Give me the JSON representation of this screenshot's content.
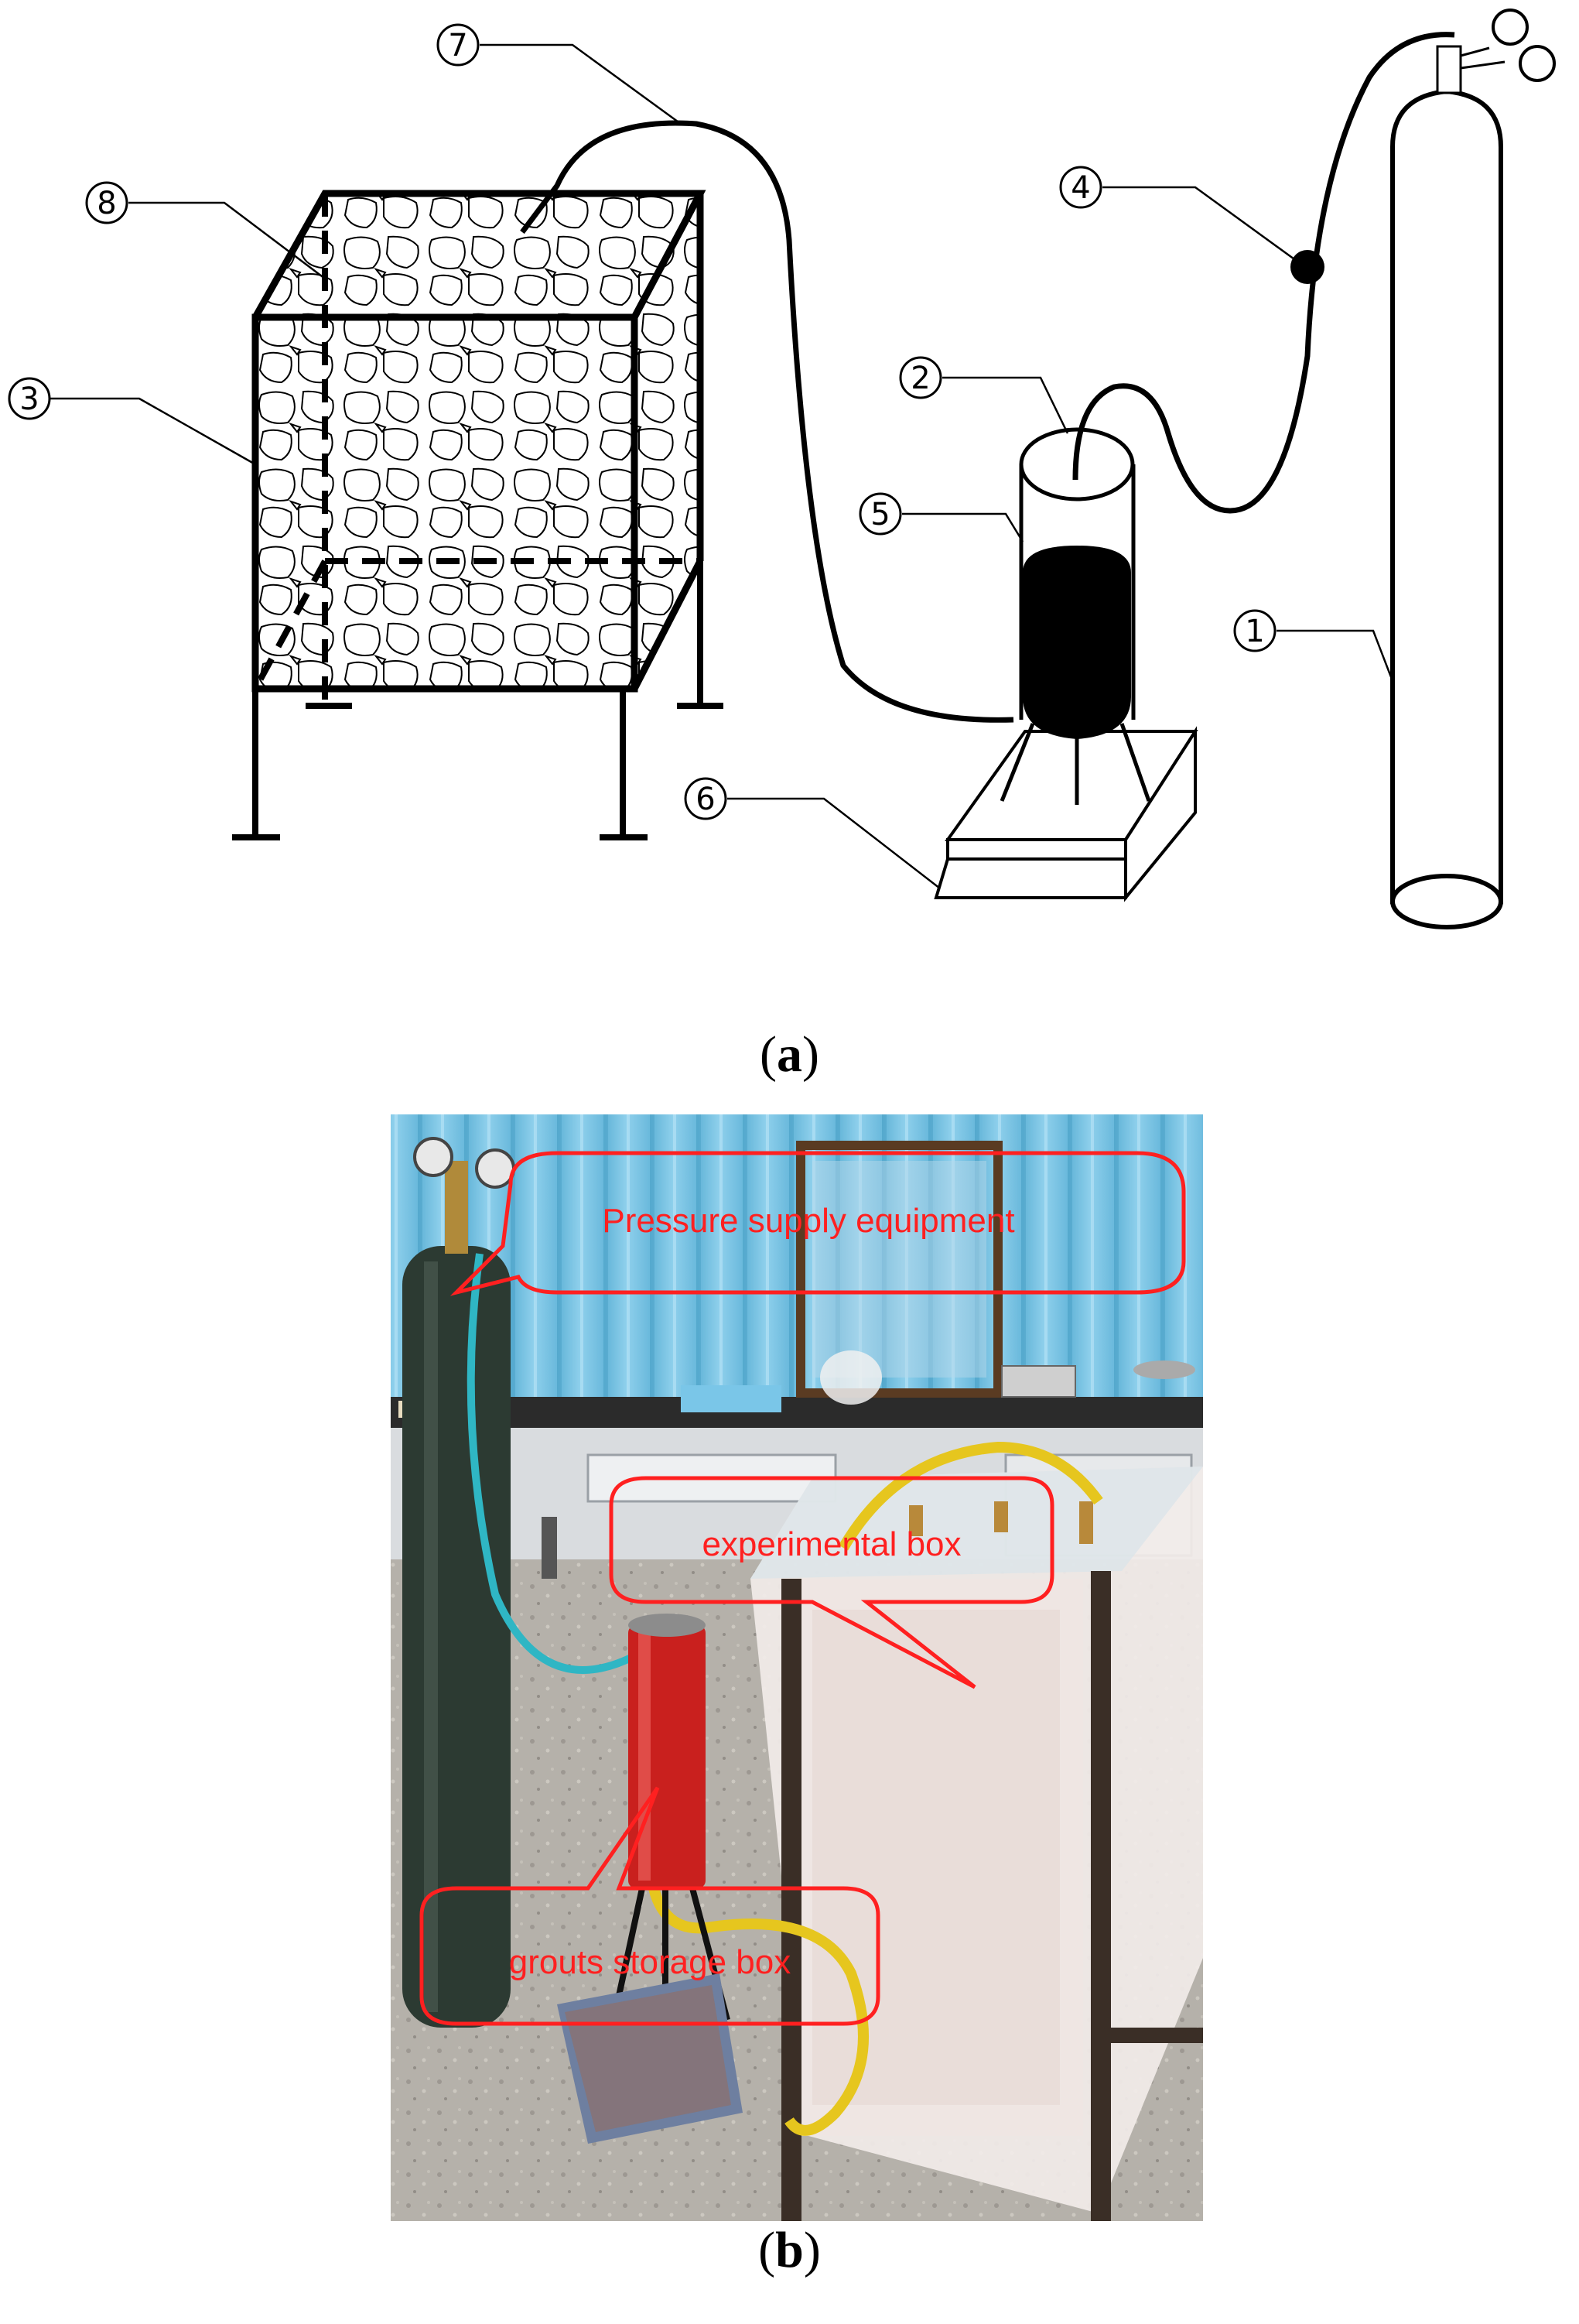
{
  "diagram": {
    "callouts": [
      {
        "id": "1",
        "label": "1"
      },
      {
        "id": "2",
        "label": "2"
      },
      {
        "id": "3",
        "label": "3"
      },
      {
        "id": "4",
        "label": "4"
      },
      {
        "id": "5",
        "label": "5"
      },
      {
        "id": "6",
        "label": "6"
      },
      {
        "id": "7",
        "label": "7"
      },
      {
        "id": "8",
        "label": "8"
      }
    ]
  },
  "photo": {
    "labels": {
      "pressure": "Pressure supply equipment",
      "box": "experimental box",
      "grouts": "grouts storage box"
    },
    "label_color": "#ff2020"
  },
  "captions": {
    "a_open": "(",
    "a_letter": "a",
    "a_close": ")",
    "b_open": "(",
    "b_letter": "b",
    "b_close": ")"
  }
}
